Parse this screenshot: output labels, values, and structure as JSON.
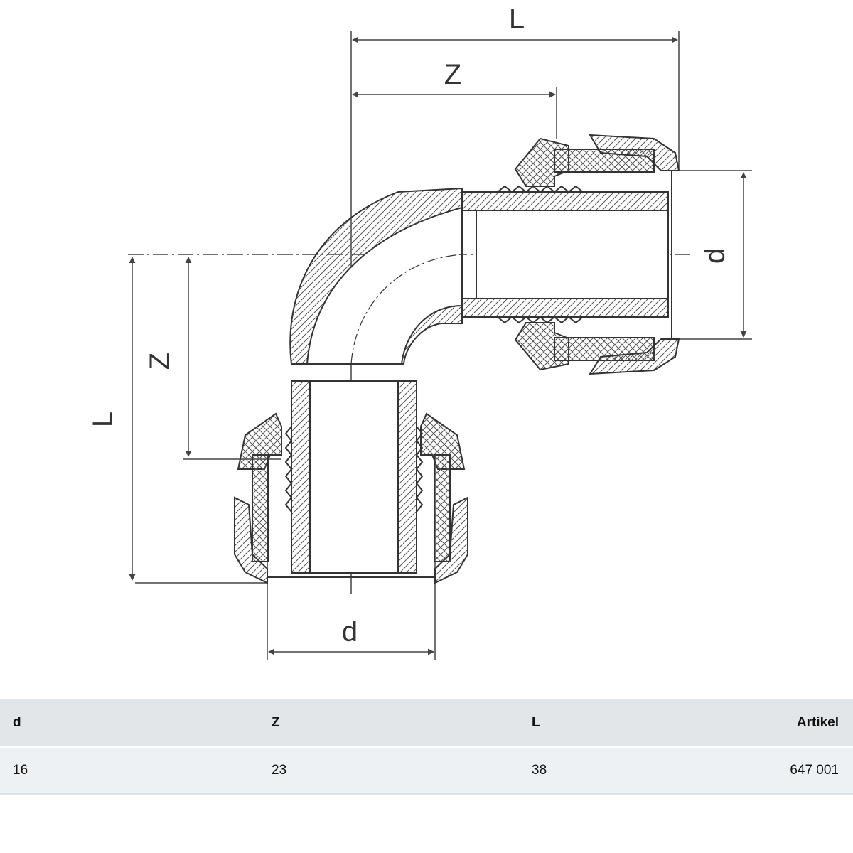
{
  "drawing": {
    "labels": {
      "top_L": "L",
      "top_Z": "Z",
      "right_d": "d",
      "left_L": "L",
      "left_Z": "Z",
      "bottom_d": "d"
    }
  },
  "table": {
    "headers": [
      "d",
      "Z",
      "L",
      "Artikel"
    ],
    "rows": [
      [
        "16",
        "23",
        "38",
        "647 001"
      ]
    ]
  }
}
